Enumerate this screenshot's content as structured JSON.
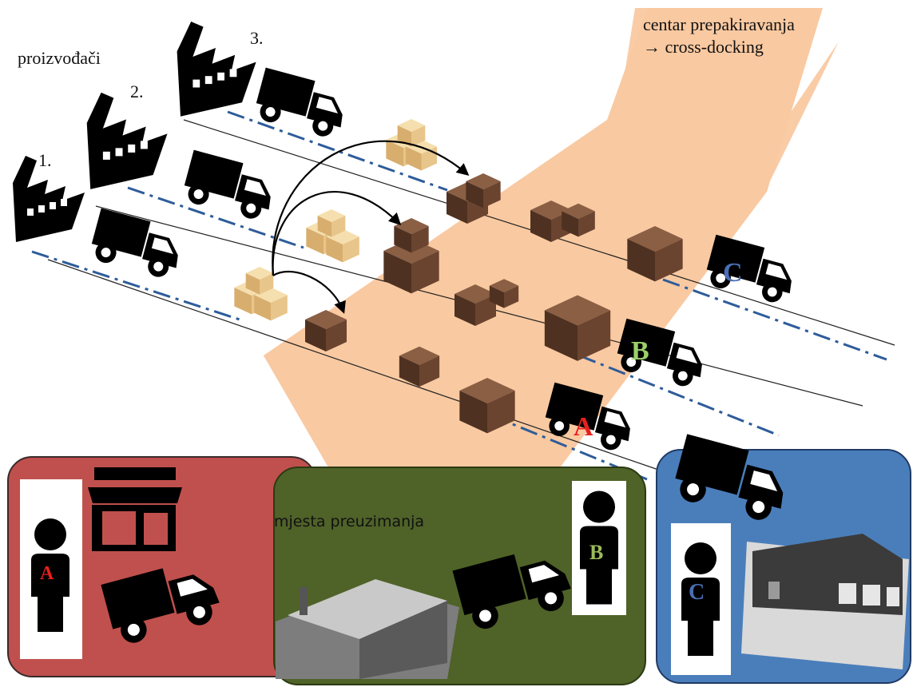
{
  "labels": {
    "producers": "proizvođači",
    "center_line1": "centar prepakiravanja",
    "center_line2": "→ cross-docking",
    "pickup": "mjesta preuzimanja"
  },
  "factories": [
    {
      "number": "1."
    },
    {
      "number": "2."
    },
    {
      "number": "3."
    }
  ],
  "outbound": [
    {
      "letter": "C",
      "color": "#4a6fb5"
    },
    {
      "letter": "B",
      "color": "#9bd06a"
    },
    {
      "letter": "A",
      "color": "#e8201c"
    }
  ],
  "customers": [
    {
      "letter": "A",
      "color": "#e8201c",
      "panel_color": "#c0504d",
      "kind": "shop"
    },
    {
      "letter": "B",
      "color": "#9bbb59",
      "panel_color": "#4f6228",
      "kind": "warehouse"
    },
    {
      "letter": "C",
      "color": "#4a6fb5",
      "panel_color": "#4a7ebb",
      "kind": "distribution-center"
    }
  ],
  "colors": {
    "center_band": "#f9c9a1",
    "lane_dash": "#2e5c9a",
    "box_dark": "#5b3a29",
    "box_light": "#e8c58a"
  }
}
